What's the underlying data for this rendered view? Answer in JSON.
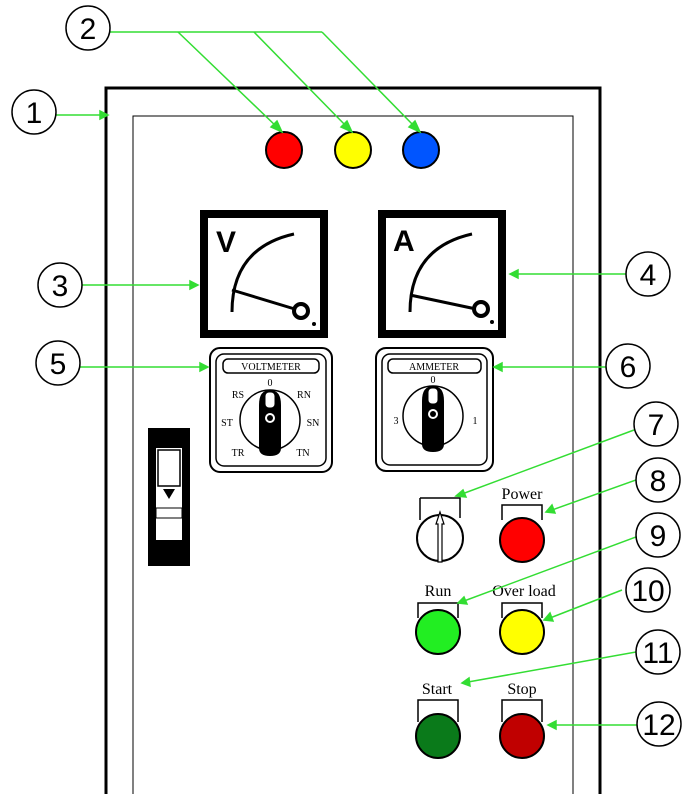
{
  "callouts": [
    {
      "number": "1"
    },
    {
      "number": "2"
    },
    {
      "number": "3"
    },
    {
      "number": "4"
    },
    {
      "number": "5"
    },
    {
      "number": "6"
    },
    {
      "number": "7"
    },
    {
      "number": "8"
    },
    {
      "number": "9"
    },
    {
      "number": "10"
    },
    {
      "number": "11"
    },
    {
      "number": "12"
    }
  ],
  "indicator_lamps": {
    "colors": [
      "#ff0000",
      "#ffff00",
      "#0055ff"
    ]
  },
  "voltmeter": {
    "symbol": "V"
  },
  "ammeter": {
    "symbol": "A"
  },
  "voltmeter_selector": {
    "title": "VOLTMETER",
    "positions": {
      "zero": "0",
      "rs": "RS",
      "st": "ST",
      "tr": "TR",
      "rn": "RN",
      "sn": "SN",
      "tn": "TN"
    }
  },
  "ammeter_selector": {
    "title": "AMMETER",
    "positions": {
      "zero": "0",
      "left": "3",
      "right": "1"
    }
  },
  "pilot_lights": {
    "power": {
      "label": "Power",
      "color": "#ff0000"
    },
    "run": {
      "label": "Run",
      "color": "#22ee22"
    },
    "overload": {
      "label": "Over load",
      "color": "#ffff00"
    }
  },
  "push_buttons": {
    "start": {
      "label": "Start",
      "color": "#0a7a1a"
    },
    "stop": {
      "label": "Stop",
      "color": "#c00000"
    }
  },
  "colors": {
    "callout_line": "#33dd33",
    "outline": "#000000"
  }
}
